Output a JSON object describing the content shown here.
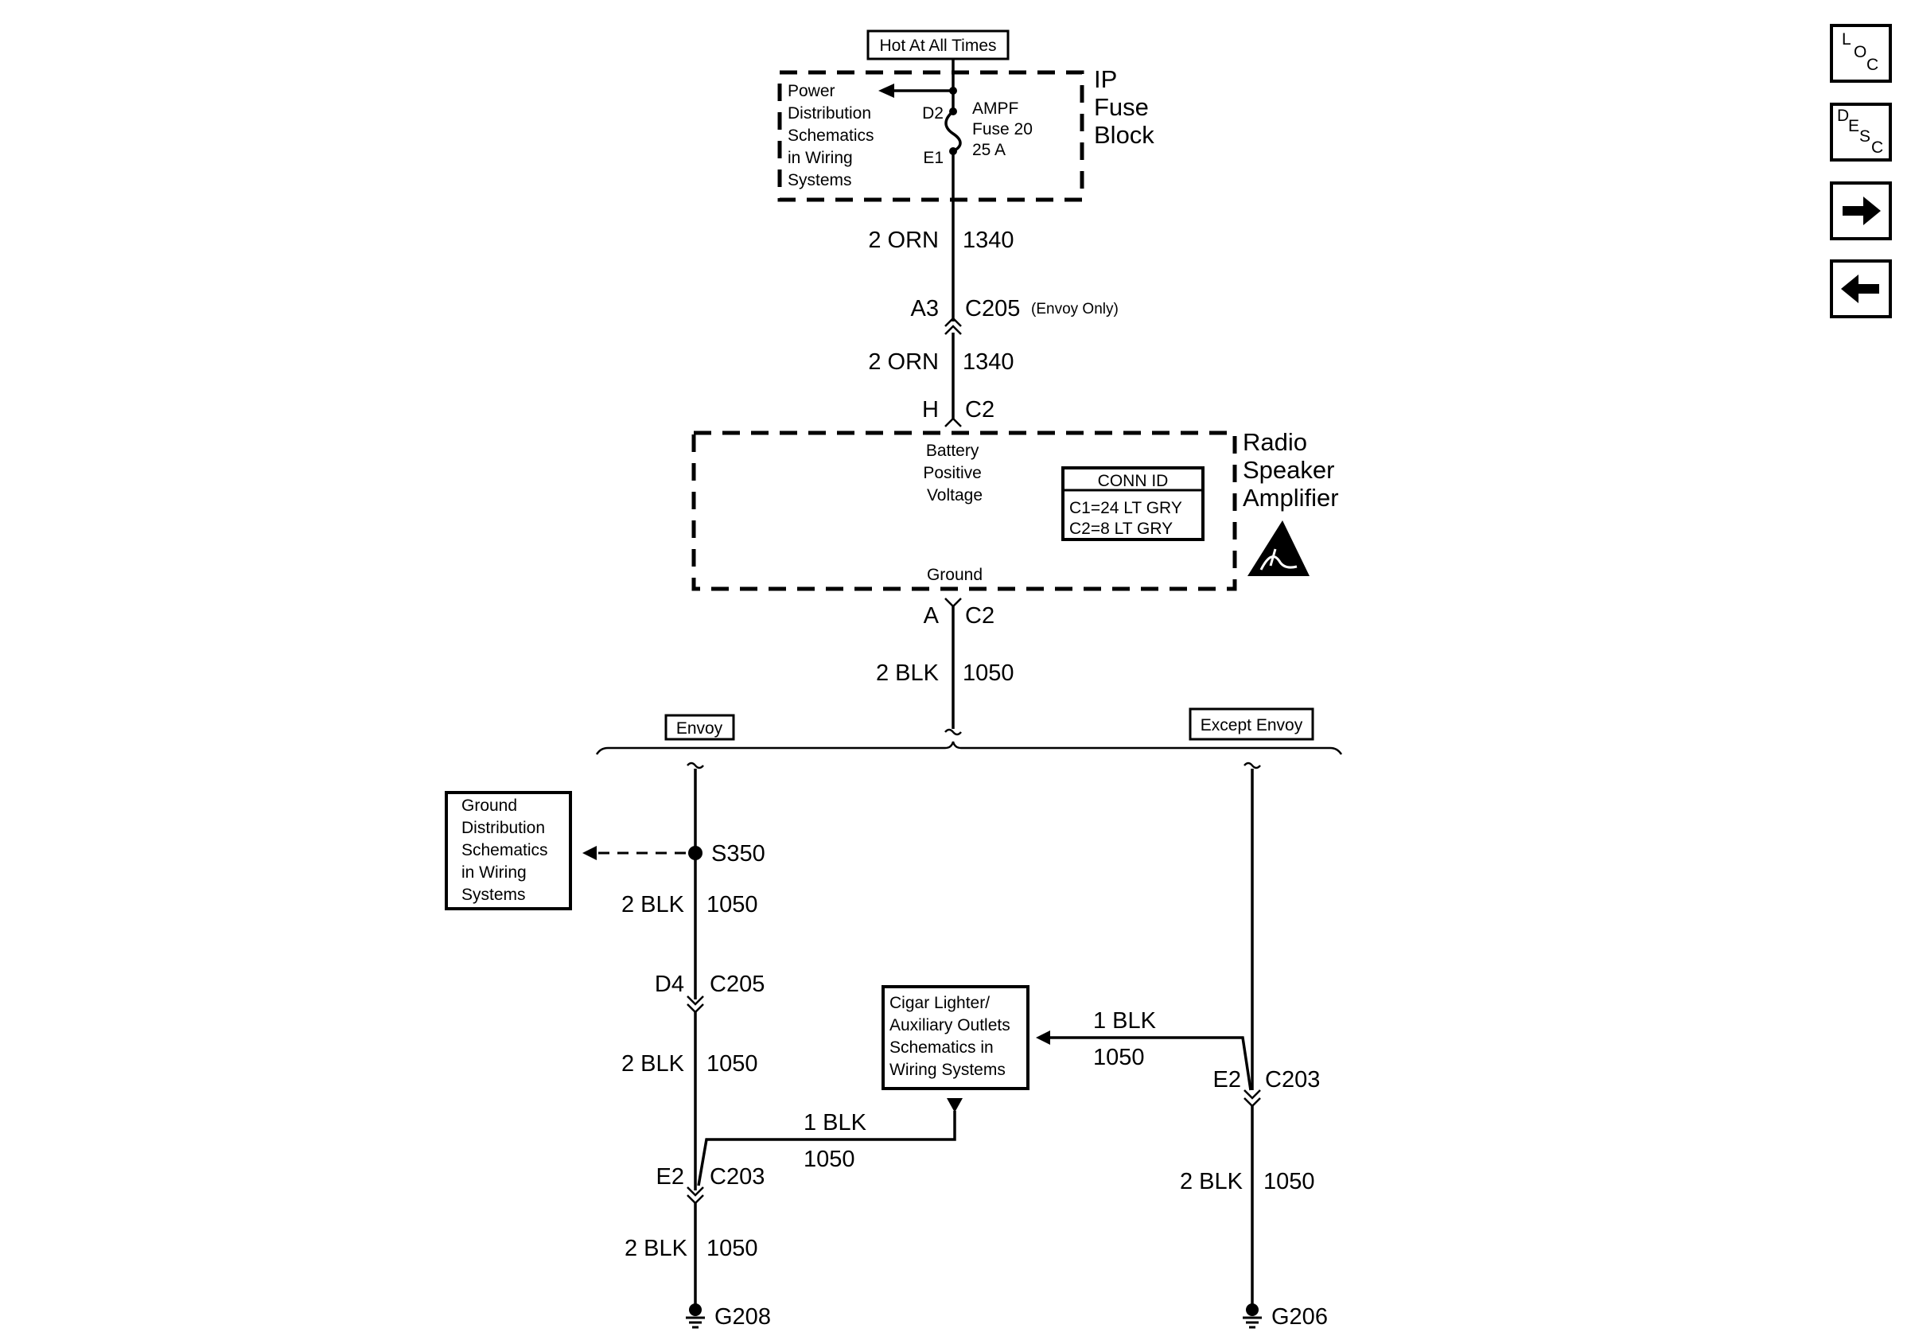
{
  "ip_fuse_block": {
    "power_label": "Hot At All Times",
    "name_lines": [
      "IP",
      "Fuse",
      "Block"
    ],
    "power_dist_lines": [
      "Power",
      "Distribution",
      "Schematics",
      "in Wiring",
      "Systems"
    ],
    "fuse_lines": [
      "AMPF",
      "Fuse 20",
      "25 A"
    ],
    "terminal_top": "D2",
    "terminal_bottom": "E1"
  },
  "wires": {
    "w1": {
      "gauge_color": "2 ORN",
      "circuit": "1340"
    },
    "w2": {
      "gauge_color": "2 ORN",
      "circuit": "1340"
    },
    "w3": {
      "gauge_color": "2 BLK",
      "circuit": "1050"
    },
    "w4": {
      "gauge_color": "2 BLK",
      "circuit": "1050"
    },
    "w5": {
      "gauge_color": "2 BLK",
      "circuit": "1050"
    },
    "w6": {
      "gauge_color": "2 BLK",
      "circuit": "1050"
    },
    "w7": {
      "gauge_color": "1 BLK",
      "circuit": "1050"
    },
    "w8": {
      "gauge_color": "1 BLK",
      "circuit": "1050"
    },
    "w9": {
      "gauge_color": "2 BLK",
      "circuit": "1050"
    }
  },
  "connectors": {
    "c205_top": {
      "pin": "A3",
      "name": "C205",
      "note": "(Envoy Only)"
    },
    "amp_c2_top": {
      "pin": "H",
      "name": "C2"
    },
    "amp_c2_bottom": {
      "pin": "A",
      "name": "C2"
    },
    "c205_left": {
      "pin": "D4",
      "name": "C205"
    },
    "c203_left": {
      "pin": "E2",
      "name": "C203"
    },
    "c203_right": {
      "pin": "E2",
      "name": "C203"
    }
  },
  "amplifier": {
    "name_lines": [
      "Radio",
      "Speaker",
      "Amplifier"
    ],
    "battery_lines": [
      "Battery",
      "Positive",
      "Voltage"
    ],
    "ground_label": "Ground",
    "conn_id_title": "CONN ID",
    "conn_id_lines": [
      "C1=24 LT GRY",
      "C2=8 LT GRY"
    ]
  },
  "options": {
    "left": "Envoy",
    "right": "Except Envoy"
  },
  "splice": "S350",
  "ground_dist_lines": [
    "Ground",
    "Distribution",
    "Schematics",
    "in Wiring",
    "Systems"
  ],
  "cigar_lines": [
    "Cigar Lighter/",
    "Auxiliary Outlets",
    "Schematics in",
    "Wiring Systems"
  ],
  "grounds": {
    "left": "G208",
    "right": "G206"
  },
  "nav": {
    "loc": [
      "L",
      "O",
      "C"
    ],
    "desc": [
      "D",
      "E",
      "S",
      "C"
    ]
  }
}
